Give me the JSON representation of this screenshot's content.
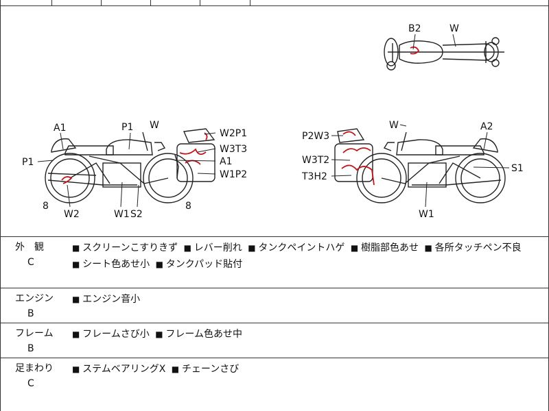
{
  "diagram": {
    "top_view_labels": [
      "B2",
      "W"
    ],
    "left_view_labels": {
      "front_top": "A1",
      "front_side": "P1",
      "tank": "P1",
      "bar": "W",
      "rear_box_top": "W2P1",
      "rear_box_mid": "W3T3",
      "rear_box_low": "A1",
      "rear_box_bottom": "W1P2",
      "front_wheel": "8",
      "rear_wheel": "8",
      "exhaust": "W2",
      "engine": "W1",
      "frame": "S2"
    },
    "right_view_labels": {
      "box_top": "P2W3",
      "box_mid": "W3T2",
      "box_low": "T3H2",
      "bar": "W",
      "seat": "A2",
      "front": "S1",
      "engine": "W1"
    }
  },
  "sections": [
    {
      "label": "外　観",
      "grade": "C",
      "items": [
        "スクリーンこすりきず",
        "レバー削れ",
        "タンクペイントハゲ",
        "樹脂部色あせ",
        "各所タッチペン不良",
        "シート色あせ小",
        "タンクパッド貼付"
      ]
    },
    {
      "label": "エンジン",
      "grade": "B",
      "items": [
        "エンジン音小"
      ]
    },
    {
      "label": "フレーム",
      "grade": "B",
      "items": [
        "フレームさび小",
        "フレーム色あせ中"
      ]
    },
    {
      "label": "足まわり",
      "grade": "C",
      "items": [
        "ステムベアリングX",
        "チェーンさび"
      ]
    }
  ]
}
